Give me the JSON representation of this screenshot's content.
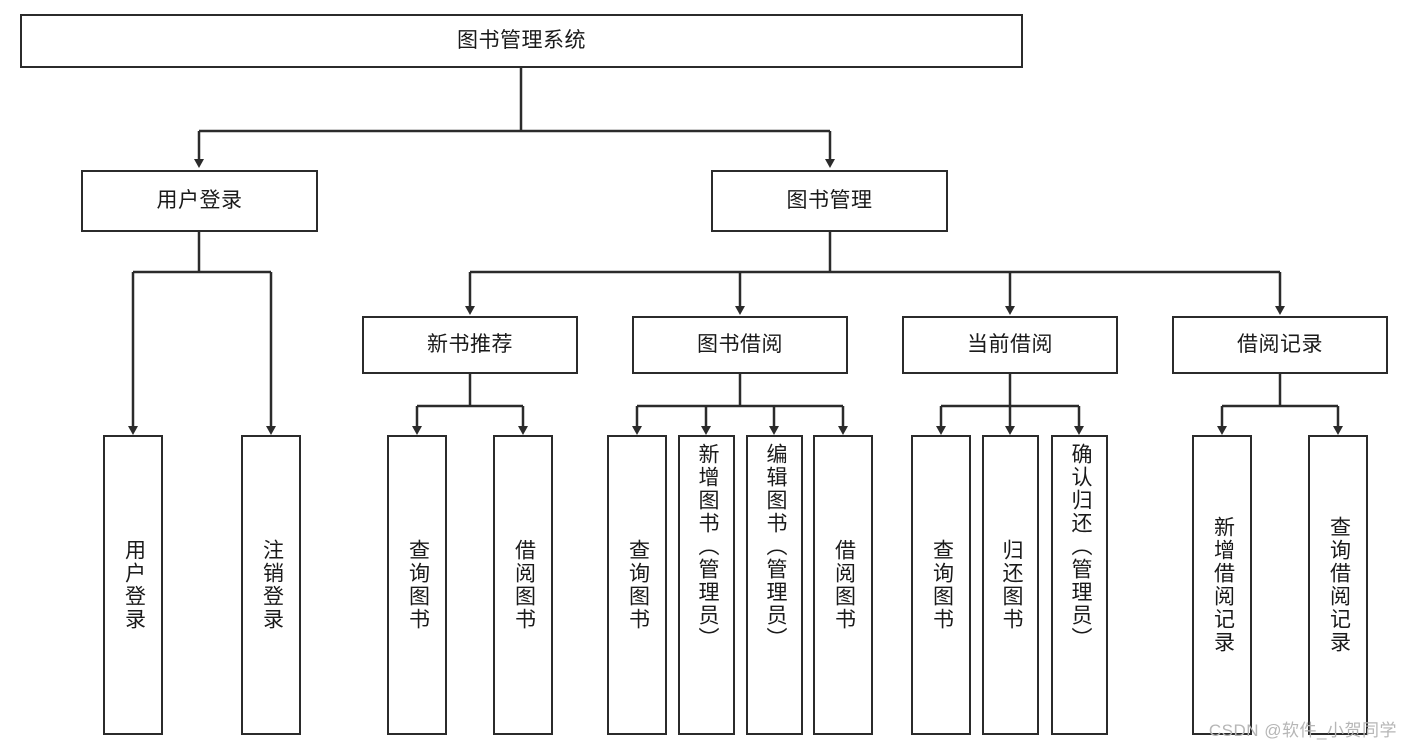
{
  "diagram": {
    "type": "hierarchy-tree",
    "title": "图书管理系统",
    "watermark": "CSDN @软件_小贺同学",
    "colors": {
      "box_border": "#2b2b2b",
      "box_fill": "#ffffff",
      "connector": "#2b2b2b",
      "text": "#1a1a1a",
      "watermark": "#b6b6b6"
    },
    "levels": {
      "root": {
        "label": "图书管理系统"
      },
      "level2": [
        {
          "id": "user-login",
          "label": "用户登录"
        },
        {
          "id": "book-manage",
          "label": "图书管理"
        }
      ],
      "level3": [
        {
          "id": "new-book-recommend",
          "label": "新书推荐",
          "parent": "book-manage"
        },
        {
          "id": "book-borrow",
          "label": "图书借阅",
          "parent": "book-manage"
        },
        {
          "id": "current-borrow",
          "label": "当前借阅",
          "parent": "book-manage"
        },
        {
          "id": "borrow-record",
          "label": "借阅记录",
          "parent": "book-manage"
        }
      ],
      "leaves": [
        {
          "id": "leaf-user-login",
          "label": "用户登录",
          "parent": "user-login"
        },
        {
          "id": "leaf-logout",
          "label": "注销登录",
          "parent": "user-login"
        },
        {
          "id": "leaf-query-book-1",
          "label": "查询图书",
          "parent": "new-book-recommend"
        },
        {
          "id": "leaf-borrow-book-1",
          "label": "借阅图书",
          "parent": "new-book-recommend"
        },
        {
          "id": "leaf-query-book-2",
          "label": "查询图书",
          "parent": "book-borrow"
        },
        {
          "id": "leaf-add-book",
          "label": "新增图书（管理员）",
          "parent": "book-borrow"
        },
        {
          "id": "leaf-edit-book",
          "label": "编辑图书（管理员）",
          "parent": "book-borrow"
        },
        {
          "id": "leaf-borrow-book-2",
          "label": "借阅图书",
          "parent": "book-borrow"
        },
        {
          "id": "leaf-query-book-3",
          "label": "查询图书",
          "parent": "current-borrow"
        },
        {
          "id": "leaf-return-book",
          "label": "归还图书",
          "parent": "current-borrow"
        },
        {
          "id": "leaf-confirm-return",
          "label": "确认归还（管理员）",
          "parent": "current-borrow"
        },
        {
          "id": "leaf-add-record",
          "label": "新增借阅记录",
          "parent": "borrow-record"
        },
        {
          "id": "leaf-query-record",
          "label": "查询借阅记录",
          "parent": "borrow-record"
        }
      ]
    }
  }
}
